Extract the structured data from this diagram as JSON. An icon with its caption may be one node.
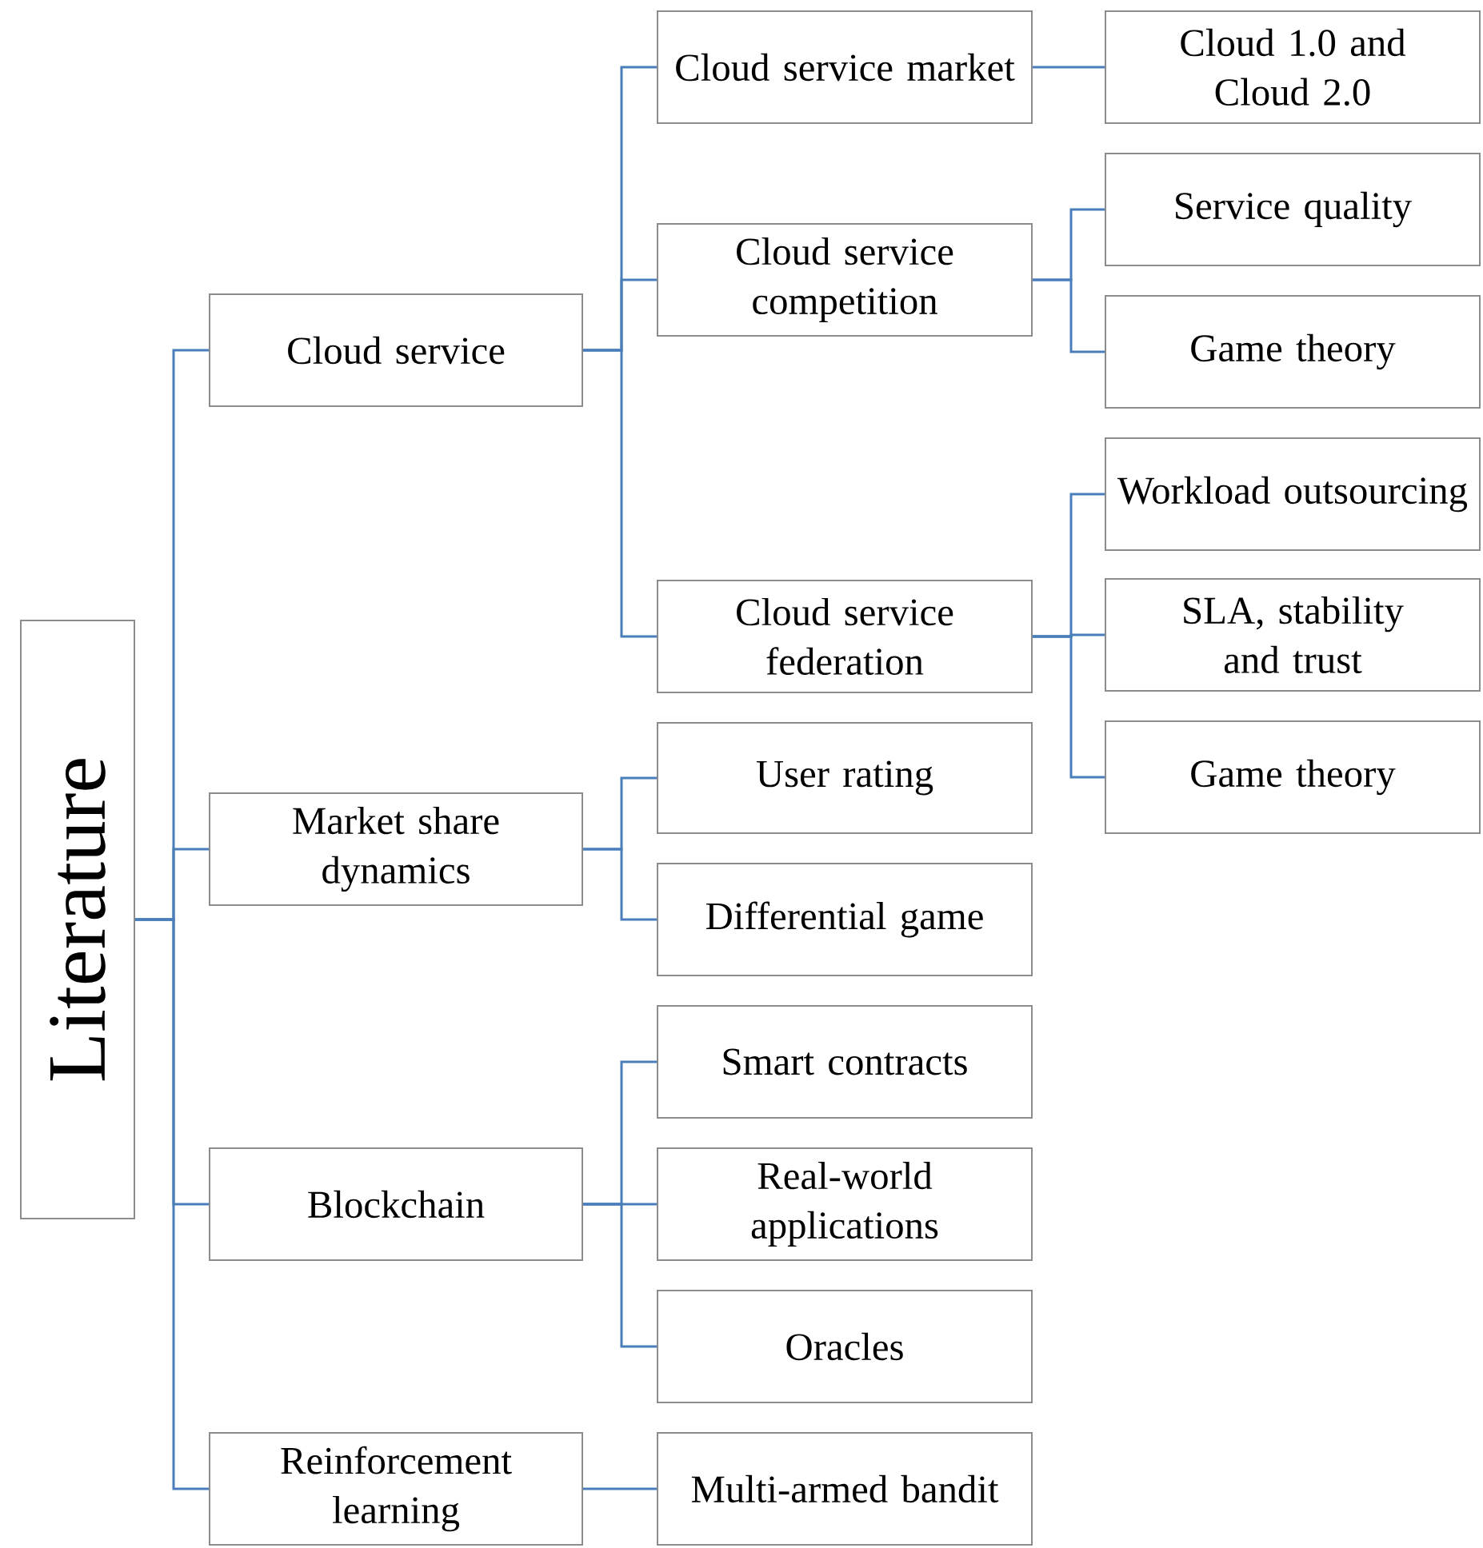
{
  "diagram": {
    "nodes": [
      {
        "text": [
          "Literature"
        ]
      },
      {
        "text": [
          "Cloud service"
        ]
      },
      {
        "text": [
          "Market share dynamics"
        ]
      },
      {
        "text": [
          "Blockchain"
        ]
      },
      {
        "text": [
          "Reinforcement learning"
        ]
      },
      {
        "text": [
          "Cloud service market"
        ]
      },
      {
        "text": [
          "Cloud service competition"
        ]
      },
      {
        "text": [
          "Cloud service federation"
        ]
      },
      {
        "text": [
          "User rating"
        ]
      },
      {
        "text": [
          "Differential game"
        ]
      },
      {
        "text": [
          "Smart contracts"
        ]
      },
      {
        "text": [
          "Real-world applications"
        ]
      },
      {
        "text": [
          "Oracles"
        ]
      },
      {
        "text": [
          "Multi-armed bandit"
        ]
      },
      {
        "text": [
          "Cloud 1.0 and Cloud 2.0"
        ]
      },
      {
        "text": [
          "Service quality"
        ]
      },
      {
        "text": [
          "Game theory"
        ]
      },
      {
        "text": [
          "Workload outsourcing"
        ]
      },
      {
        "text": [
          "SLA, stability and trust"
        ]
      },
      {
        "text": [
          "Game theory"
        ]
      }
    ],
    "edges": [
      {
        "from": 0,
        "to": 1,
        "arrow": "none"
      },
      {
        "from": 0,
        "to": 2,
        "arrow": "none"
      },
      {
        "from": 0,
        "to": 3,
        "arrow": "none"
      },
      {
        "from": 0,
        "to": 4,
        "arrow": "none"
      },
      {
        "from": 1,
        "to": 5,
        "arrow": "none"
      },
      {
        "from": 1,
        "to": 6,
        "arrow": "none"
      },
      {
        "from": 1,
        "to": 7,
        "arrow": "none"
      },
      {
        "from": 2,
        "to": 8,
        "arrow": "none"
      },
      {
        "from": 2,
        "to": 9,
        "arrow": "none"
      },
      {
        "from": 3,
        "to": 10,
        "arrow": "none"
      },
      {
        "from": 3,
        "to": 11,
        "arrow": "none"
      },
      {
        "from": 3,
        "to": 12,
        "arrow": "none"
      },
      {
        "from": 4,
        "to": 13,
        "arrow": "none"
      },
      {
        "from": 5,
        "to": 14,
        "arrow": "none"
      },
      {
        "from": 6,
        "to": 15,
        "arrow": "none"
      },
      {
        "from": 6,
        "to": 16,
        "arrow": "none"
      },
      {
        "from": 7,
        "to": 17,
        "arrow": "none"
      },
      {
        "from": 7,
        "to": 18,
        "arrow": "none"
      },
      {
        "from": 7,
        "to": 19,
        "arrow": "none"
      }
    ]
  }
}
